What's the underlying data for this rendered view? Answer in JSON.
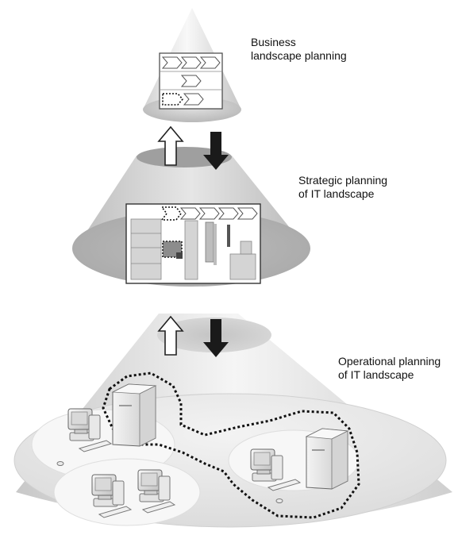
{
  "labels": {
    "business": {
      "line1": "Business",
      "line2": "landscape planning"
    },
    "strategic": {
      "line1": "Strategic planning",
      "line2": "of IT landscape"
    },
    "operational": {
      "line1": "Operational planning",
      "line2": "of IT landscape"
    }
  },
  "colors": {
    "background": "#ffffff",
    "cone_light": "#f4f4f4",
    "cone_mid": "#c9c9c9",
    "cone_dark": "#a7a7a7",
    "text": "#111111",
    "arrow_fill_down": "#1a1a1a",
    "arrow_fill_up": "#ffffff",
    "dotted_outline": "#111111"
  },
  "arrows": [
    {
      "name": "up-arrow-upper",
      "direction": "up",
      "style": "hollow"
    },
    {
      "name": "down-arrow-upper",
      "direction": "down",
      "style": "solid"
    },
    {
      "name": "up-arrow-lower",
      "direction": "up",
      "style": "hollow"
    },
    {
      "name": "down-arrow-lower",
      "direction": "down",
      "style": "solid"
    }
  ],
  "icons": [
    "server-icon",
    "desktop-computer-icon",
    "keyboard-icon",
    "mouse-icon",
    "process-chevron-icon"
  ]
}
